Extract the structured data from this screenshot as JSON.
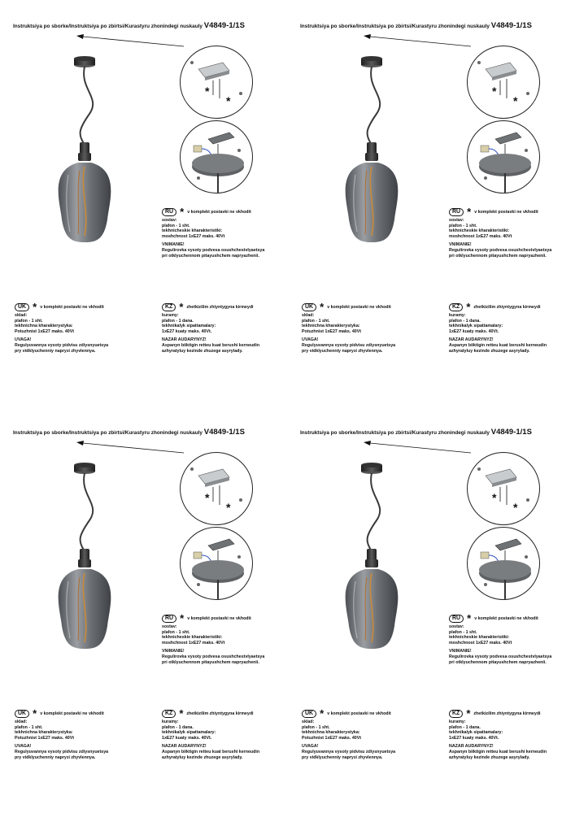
{
  "title_prefix": "Instruktsiya po sborke/Instruktsiya po zbirtsi/Kurastyru zhonindegi nuskauly",
  "model": "V4849-1/1S",
  "ru": {
    "code": "RU",
    "not_included": "v komplekt postavki ne vkhodit",
    "lines": [
      "sostav:",
      "plafon - 1 sht.",
      "tekhnicheskie kharakteristiki:",
      "moshchnost 1xE27 maks. 40Vt"
    ],
    "warning_title": "VNIMANIE!",
    "warning_lines": [
      "Regulirovka vysoty podvesa osushchestvlyaetsya",
      "pri otklyuchennom pitayushchem napryazhenii."
    ]
  },
  "uk": {
    "code": "UK",
    "not_included": "v komplekt postavki ne vkhodit",
    "lines": [
      "sklad:",
      "plafon - 1 sht.",
      "tekhnichna kharakterystyka:",
      "Potuzhnist 1xE27 maks. 40Vt"
    ],
    "warning_title": "UVAGA!",
    "warning_lines": [
      "Regulyuvannya vysoty pidvisu zdiysnyuetsya",
      "pry vidklyuchenniy naprузi zhyvlennya."
    ]
  },
  "kz": {
    "code": "KZ",
    "not_included": "zhetkizilim zhiyntygyna kirmeydi",
    "lines": [
      "kuramy:",
      "plafon - 1 dana.",
      "tekhnikalyk sipattamalary:",
      "1xE27 kuaty maks. 40Vt."
    ],
    "warning_title": "NAZAR AUDARYNYZ!",
    "warning_lines": [
      "Aspanyn biiktigin retteu kuat berushi kernеudin",
      "azhyratyluy kezinde zhuzege asyryladу."
    ]
  },
  "star_symbol": "*",
  "colors": {
    "ink": "#111111",
    "glass": "#6b6f73",
    "metal": "#8a8d90",
    "cable": "#3a3a3a"
  },
  "icons": [
    "arrow-icon",
    "lamp-illustration",
    "bracket-detail",
    "canopy-detail",
    "star-icon"
  ]
}
